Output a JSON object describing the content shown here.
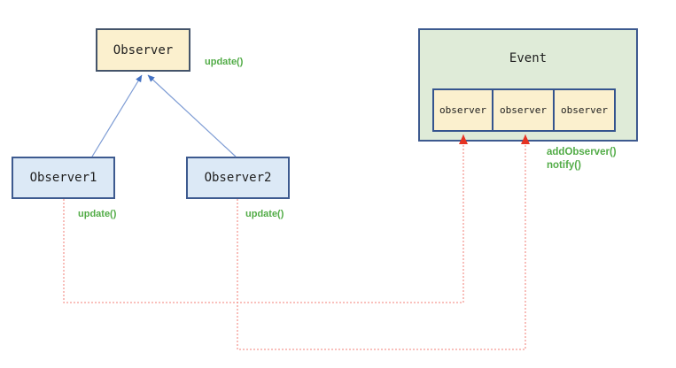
{
  "diagram": {
    "observer": {
      "label": "Observer"
    },
    "observer1": {
      "label": "Observer1"
    },
    "observer2": {
      "label": "Observer2"
    },
    "event": {
      "label": "Event"
    },
    "slots": [
      "observer",
      "observer",
      "observer"
    ],
    "labels": {
      "observer_update": "update()",
      "observer1_update": "update()",
      "observer2_update": "update()",
      "add_observer": "addObserver()",
      "notify": "notify()"
    },
    "colors": {
      "cream_fill": "#FBF0CE",
      "blue_fill": "#DCE9F6",
      "green_fill": "#DFEBD8",
      "box_border": "#3D5A8F",
      "green_text": "#52AC47",
      "blue_line": "#7E9CD4",
      "blue_arrowhead": "#4472C4",
      "red_dotted_line": "#F59B94",
      "red_arrowhead": "#E63323"
    }
  }
}
